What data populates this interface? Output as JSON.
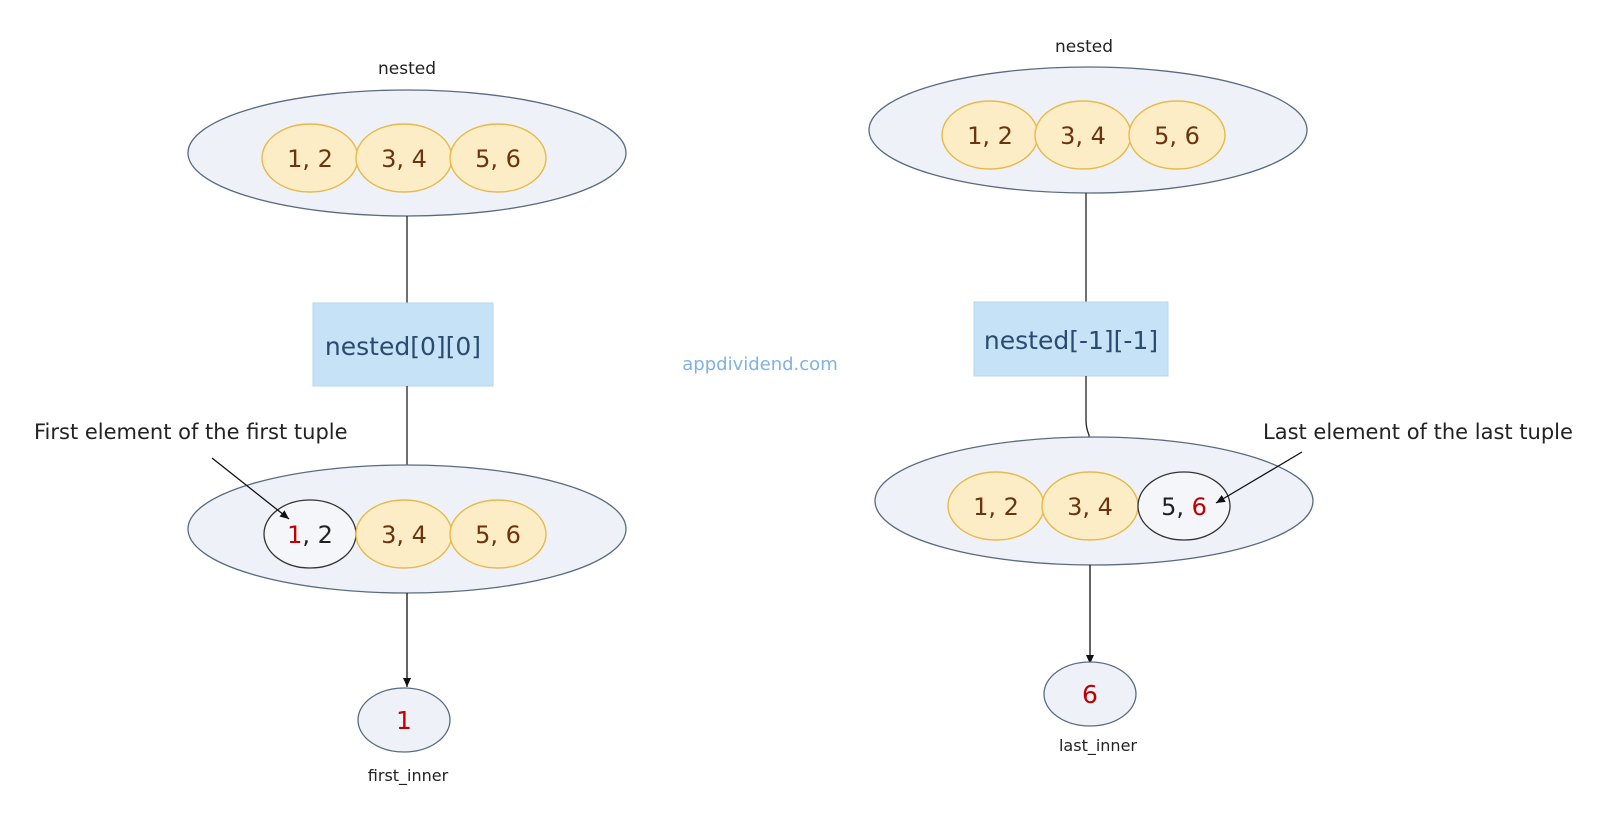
{
  "left": {
    "top_label": "nested",
    "top_tuples": [
      "1, 2",
      "3, 4",
      "5, 6"
    ],
    "operation": "nested[0][0]",
    "mid_tuple_first": {
      "highlight": "1",
      "rest": ", 2"
    },
    "mid_tuples_rest": [
      "3, 4",
      "5, 6"
    ],
    "annotation": "First element of the first tuple",
    "result": "1",
    "result_label": "first_inner"
  },
  "right": {
    "top_label": "nested",
    "top_tuples": [
      "1, 2",
      "3, 4",
      "5, 6"
    ],
    "operation": "nested[-1][-1]",
    "mid_tuples_rest": [
      "1, 2",
      "3, 4"
    ],
    "mid_tuple_last": {
      "prefix": "5, ",
      "highlight": "6"
    },
    "annotation": "Last element of the last tuple",
    "result": "6",
    "result_label": "last_inner"
  },
  "watermark": "appdividend.com",
  "colors": {
    "container_fill": "#eef2f8",
    "tuple_fill": "#fdedc6",
    "tuple_stroke": "#e8b94a",
    "op_fill": "#c6e2f6",
    "highlight": "#c00000"
  }
}
